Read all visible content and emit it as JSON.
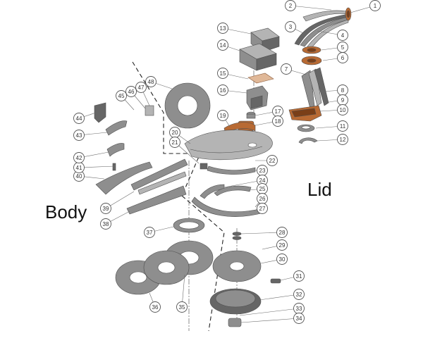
{
  "labels": {
    "body": "Body",
    "lid": "Lid"
  },
  "callouts": [
    "1",
    "2",
    "3",
    "4",
    "5",
    "6",
    "7",
    "8",
    "9",
    "10",
    "11",
    "12",
    "13",
    "14",
    "15",
    "16",
    "17",
    "18",
    "19",
    "20",
    "21",
    "22",
    "23",
    "24",
    "25",
    "26",
    "27",
    "28",
    "29",
    "30",
    "31",
    "32",
    "33",
    "34",
    "35",
    "36",
    "37",
    "38",
    "39",
    "40",
    "41",
    "42",
    "43",
    "44",
    "45",
    "46",
    "47",
    "48"
  ],
  "colors": {
    "steel": "#8e8e8e",
    "copper": "#b86a33",
    "outline": "#4e4e4e"
  }
}
